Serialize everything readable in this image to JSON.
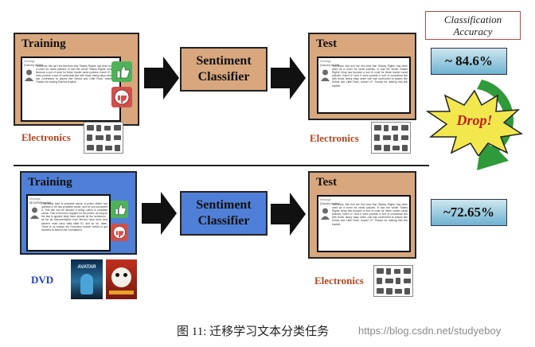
{
  "top": {
    "training_title": "Training",
    "test_title": "Test",
    "classifier_line1": "Sentiment",
    "classifier_line2": "Classifier",
    "train_domain": "Electronics",
    "test_domain": "Electronics",
    "accuracy": "~ 84.6%"
  },
  "bottom": {
    "training_title": "Training",
    "test_title": "Test",
    "classifier_line1": "Sentiment",
    "classifier_line2": "Classifier",
    "train_domain": "DVD",
    "test_domain": "Electronics",
    "accuracy": "~72.65%",
    "cover1_title": "AVATAR"
  },
  "review_electronics": {
    "message_header": "Message",
    "user": "[Gaurav] replied",
    "body": "You know, this isn't the first time that 'Stakey Rights' has been used as a cover for racist policies. In fact the whole 'States Rights' thing has become a sort of code for these harder racist policies, hasn't it? And it does provide a sort of contextual link with those heavy days when civil war confronted to places like Selma and Little Rock, doesn't it? Thanks for making that link explicit."
  },
  "review_dvd": {
    "message_header": "Message",
    "user": "[BCAHBN] replied",
    "body": "This issue here is probable cause. A police officer can question if he has probable cause, and he can document it. This law can be abused if being Latino is probable cause. That is bound to happen for the police, as long as the law is applied fairly there should be the sentiment - as far as documentation from Mexico have been that citizens must carry valid state ID, and so on, rates. There is no reason the Executive branch needs to get involved to amend the Constitution."
  },
  "legend": {
    "title_line1": "Classification",
    "title_line2": "Accuracy",
    "drop_label": "Drop!"
  },
  "caption": "图 11: 迁移学习文本分类任务",
  "watermark": "https://blog.csdn.net/studyeboy",
  "colors": {
    "tan": "#d8a77e",
    "blue": "#4f7fd6",
    "green": "#4fb25a",
    "red": "#d2504b",
    "domain_red": "#b5451f",
    "domain_blue": "#1f3fbf",
    "drop_star": "#f2e84e"
  }
}
